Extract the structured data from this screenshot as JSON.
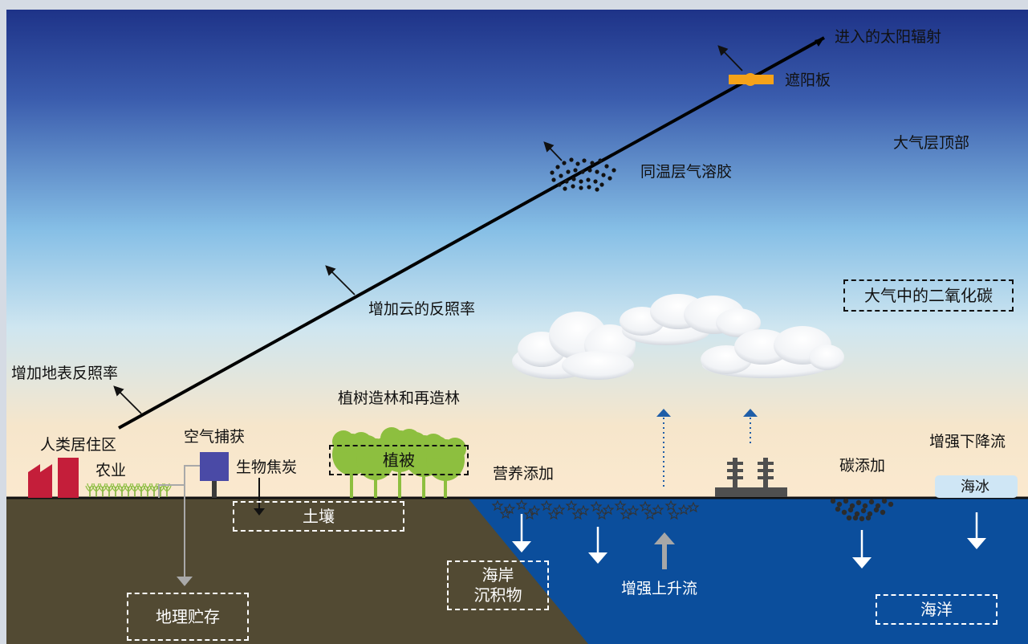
{
  "labels": {
    "incoming_radiation": "进入的太阳辐射",
    "sunshade": "遮阳板",
    "top_of_atmosphere": "大气层顶部",
    "stratospheric_aerosols": "同温层气溶胶",
    "atmospheric_co2": "大气中的二氧化碳",
    "cloud_albedo": "增加云的反照率",
    "surface_albedo": "增加地表反照率",
    "afforestation": "植树造林和再造林",
    "human_settlements": "人类居住区",
    "agriculture": "农业",
    "air_capture": "空气捕获",
    "biochar": "生物焦炭",
    "vegetation": "植被",
    "soil": "土壤",
    "geological_storage": "地理贮存",
    "coastal_sediments": "海岸\n沉积物",
    "nutrient_addition": "营养添加",
    "enhanced_upwelling": "增强上升流",
    "carbon_addition": "碳添加",
    "enhanced_downwelling": "增强下降流",
    "sea_ice": "海冰",
    "ocean": "海洋"
  },
  "colors": {
    "sky_top": "#1e3388",
    "sky_mid": "#86bfe6",
    "sky_bottom": "#f8e6c8",
    "land": "#524a33",
    "ocean": "#0b4e9c",
    "vegetation": "#8dbf3f",
    "factory": "#c41e3a",
    "sunshade": "#f5a219",
    "sea_ice": "#cfe6f5",
    "air_capture_unit": "#4a4aa6",
    "upwelling_arrow": "#1f5ea8"
  }
}
